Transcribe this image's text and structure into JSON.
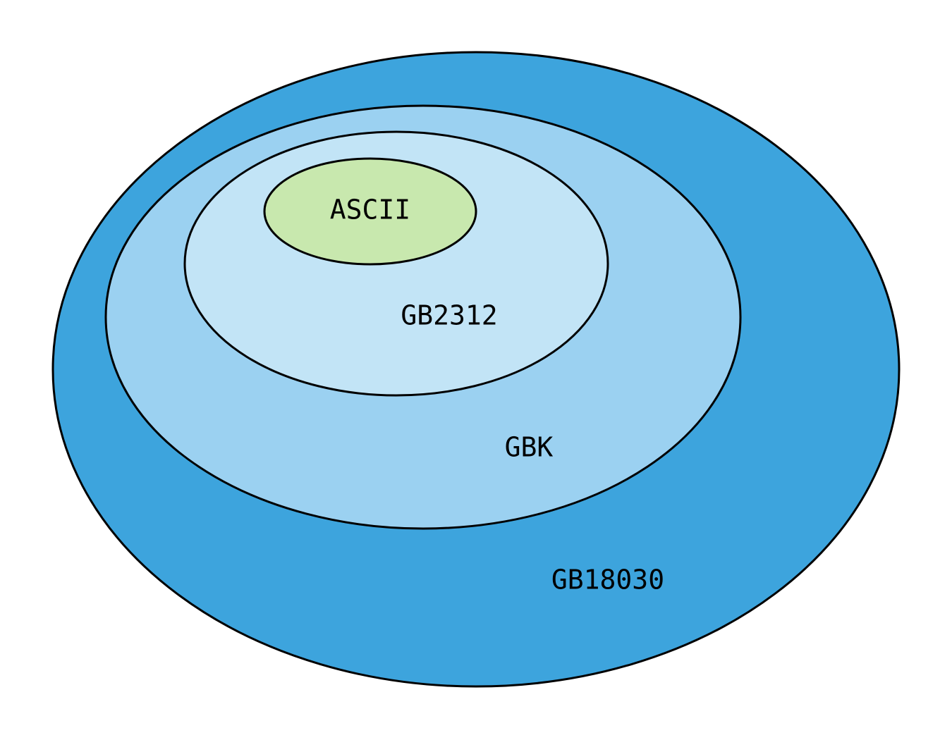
{
  "diagram": {
    "type": "nested-set-venn",
    "sets": [
      {
        "id": "gb18030",
        "label": "GB18030",
        "color": "#3DA4DD",
        "contains": "gbk"
      },
      {
        "id": "gbk",
        "label": "GBK",
        "color": "#9BD1F1",
        "contains": "gb2312"
      },
      {
        "id": "gb2312",
        "label": "GB2312",
        "color": "#C2E4F6",
        "contains": "ascii"
      },
      {
        "id": "ascii",
        "label": "ASCII",
        "color": "#C8E8AE",
        "contains": null
      }
    ]
  }
}
